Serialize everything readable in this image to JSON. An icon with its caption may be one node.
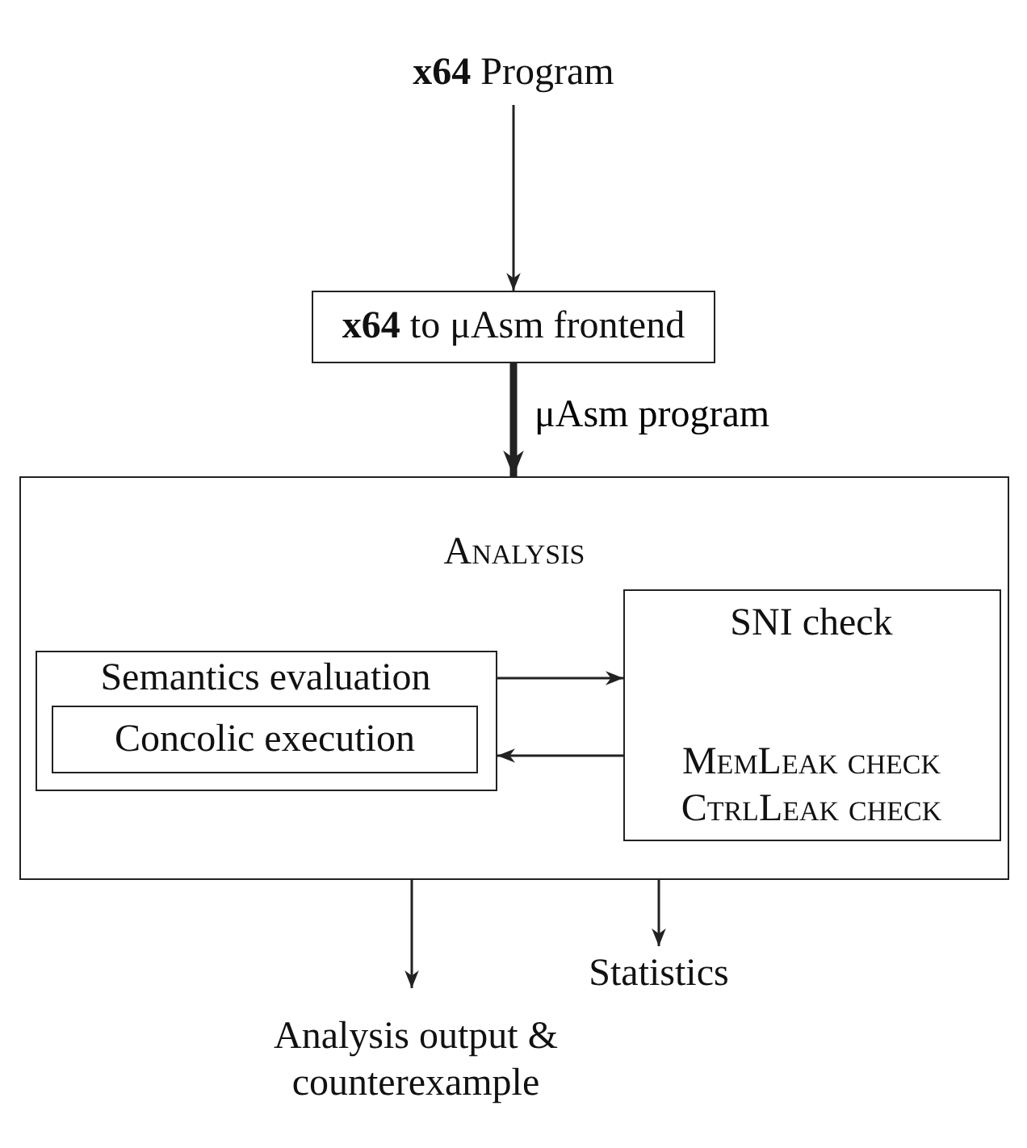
{
  "diagram": {
    "nodes": [
      {
        "text": [
          "**x64** Program"
        ]
      },
      {
        "text": [
          "**x64** to μAsm frontend"
        ]
      },
      {
        "text": [
          "Analysis"
        ]
      },
      {
        "text": [
          "Semantics evaluation"
        ],
        "in": 2
      },
      {
        "text": [
          "Concolic execution"
        ],
        "in": 3
      },
      {
        "text": [
          "SNI check",
          "MemLeak check",
          "CtrlLeak check"
        ],
        "in": 2
      },
      {
        "text": [
          "Statistics"
        ]
      },
      {
        "text": [
          "Analysis output & counterexample"
        ]
      }
    ],
    "edges": [
      {
        "from": 0,
        "to": 1,
        "arrow": "to"
      },
      {
        "from": 1,
        "to": 2,
        "arrow": "to",
        "label": "μAsm program",
        "style": "thick"
      },
      {
        "from": 3,
        "to": 5,
        "arrow": "to"
      },
      {
        "from": 5,
        "to": 3,
        "arrow": "to"
      },
      {
        "from": 2,
        "to": 7,
        "arrow": "to"
      },
      {
        "from": 2,
        "to": 6,
        "arrow": "to"
      }
    ]
  }
}
